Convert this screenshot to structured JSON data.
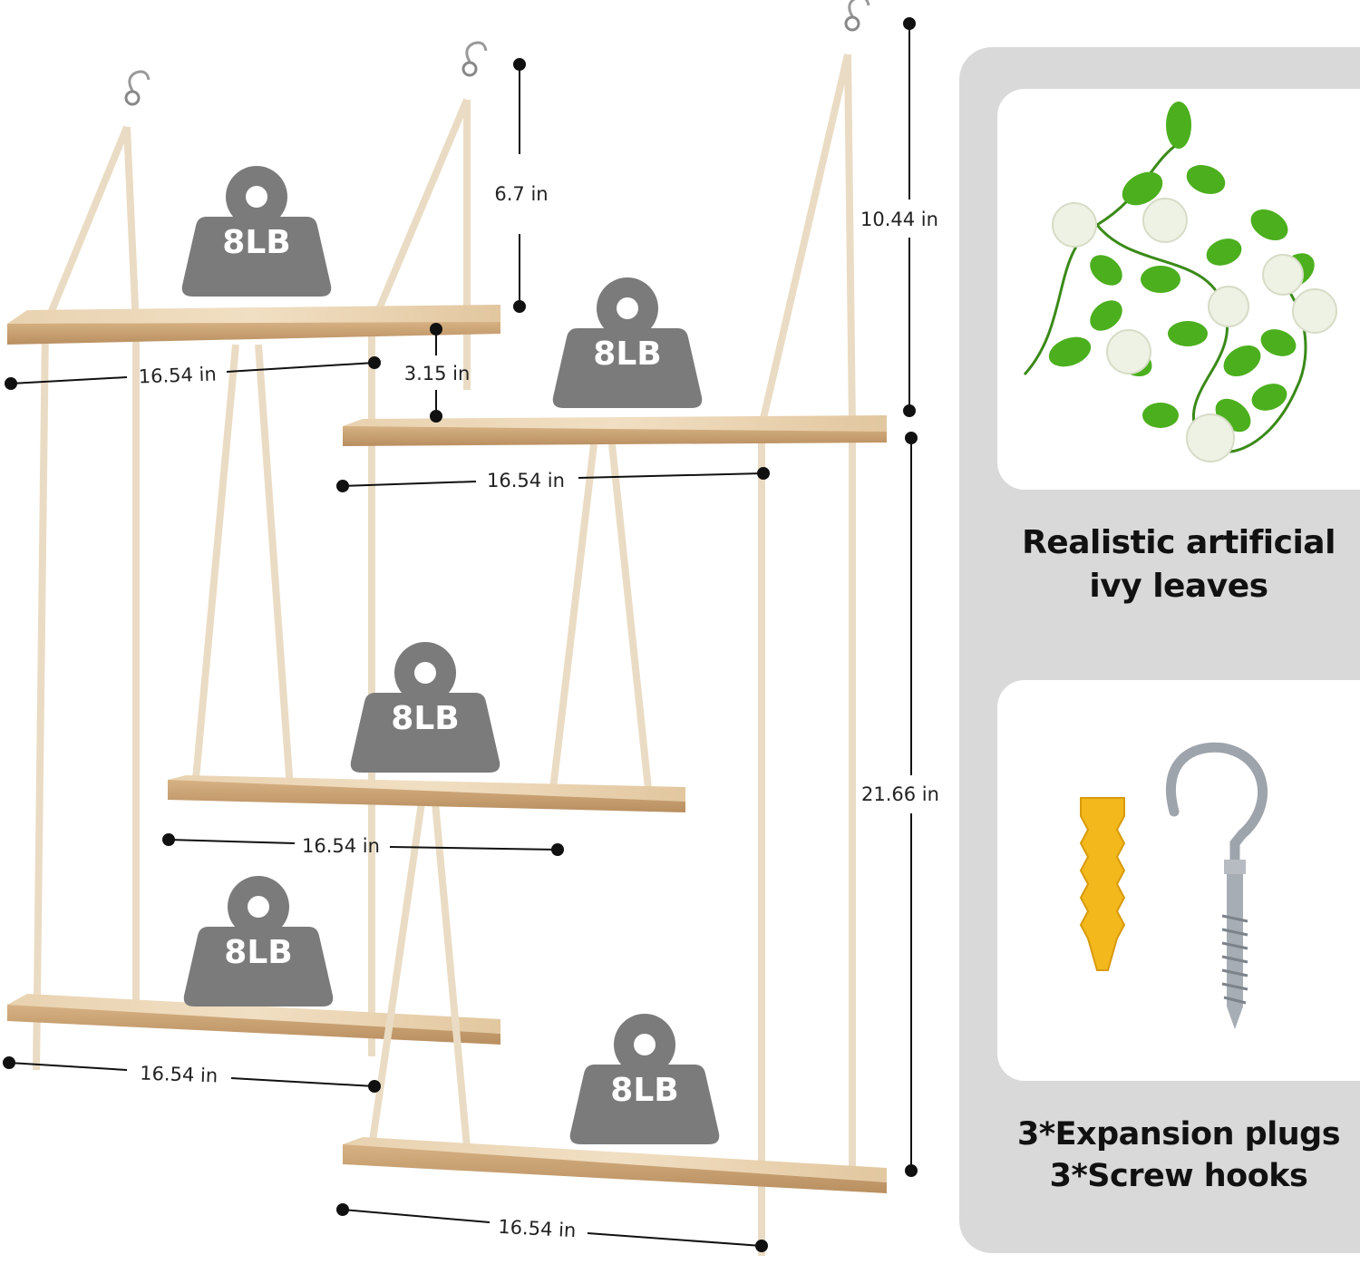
{
  "shelves": {
    "weight_label": "8LB",
    "width_label": "16.54 in"
  },
  "dimensions": {
    "hanger_height": "6.7 in",
    "knot_gap": "3.15 in",
    "right_top_height": "10.44 in",
    "right_total_height": "21.66 in"
  },
  "features": {
    "ivy": {
      "line1": "Realistic artificial",
      "line2": "ivy leaves"
    },
    "hardware": {
      "line1": "3*Expansion plugs",
      "line2": "3*Screw hooks"
    }
  },
  "colors": {
    "wood": "#d9b98f",
    "rope": "#efe3cf",
    "weight": "#7b7b7b",
    "panel": "#d9d9d9",
    "leaf": "#4caf1e",
    "plug": "#f3b81c"
  }
}
